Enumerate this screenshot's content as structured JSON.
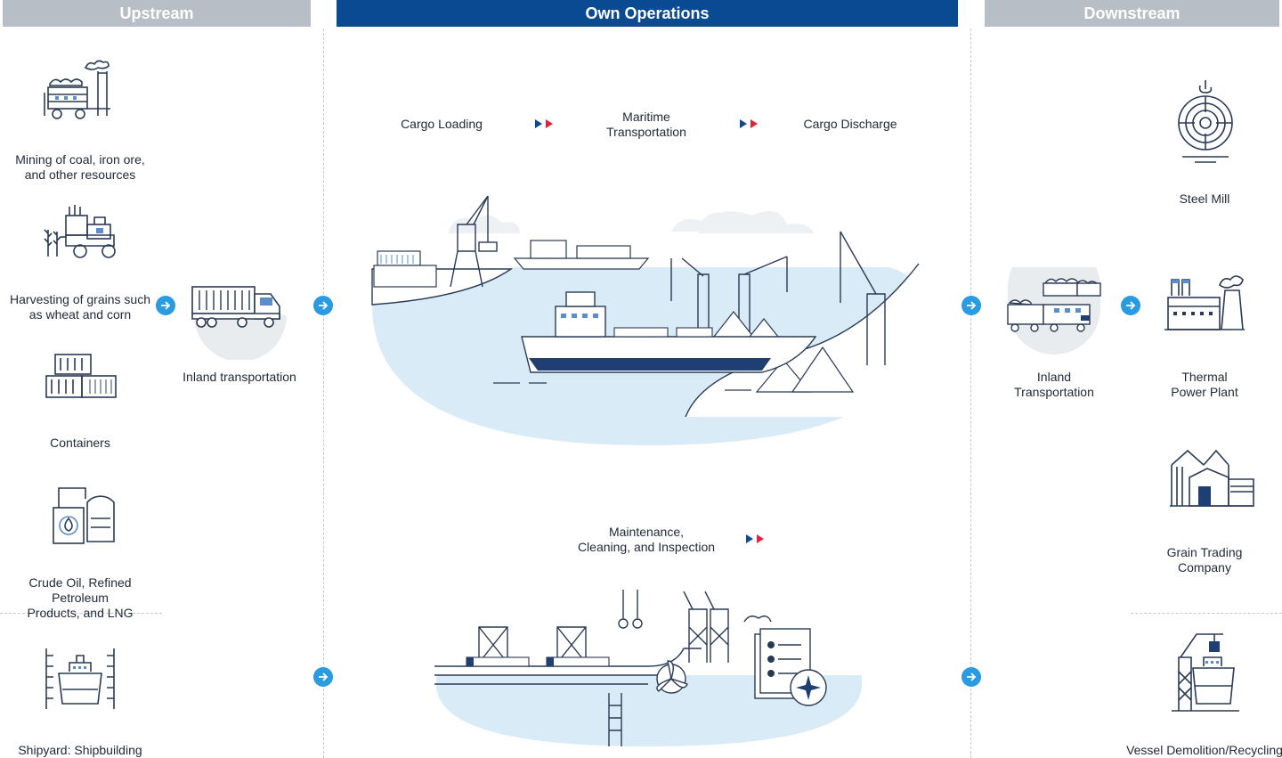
{
  "headers": {
    "upstream": "Upstream",
    "own": "Own Operations",
    "downstream": "Downstream"
  },
  "upstream": {
    "mining": "Mining of coal, iron ore,\nand other resources",
    "harvesting": "Harvesting of grains such\nas wheat and corn",
    "containers": "Containers",
    "crude": "Crude Oil, Refined Petroleum\nProducts, and LNG",
    "inland": "Inland transportation",
    "shipyard": "Shipyard: Shipbuilding"
  },
  "own": {
    "cargo_loading": "Cargo Loading",
    "maritime": "Maritime\nTransportation",
    "cargo_discharge": "Cargo Discharge",
    "maintenance": "Maintenance,\nCleaning, and Inspection"
  },
  "downstream": {
    "steel_mill": "Steel Mill",
    "inland": "Inland\nTransportation",
    "thermal": "Thermal\nPower Plant",
    "grain": "Grain Trading\nCompany",
    "demolition": "Vessel Demolition/Recycling"
  },
  "colors": {
    "accent": "#0a4a93",
    "header_gray": "#b7bec6",
    "arrow_blue": "#2a9be0",
    "water": "#d8ebf6",
    "flow_red": "#e0233a",
    "line": "#2a3a55"
  }
}
